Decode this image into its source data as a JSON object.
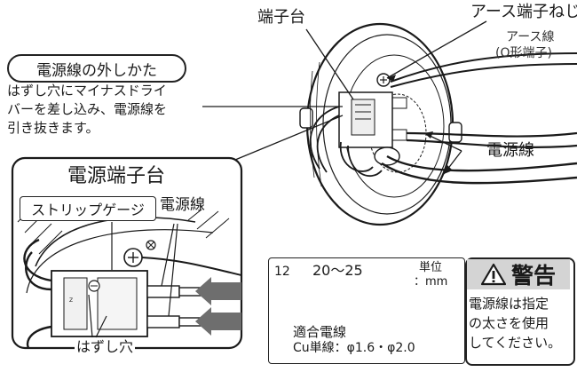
{
  "labels": {
    "terminal_block": "端子台",
    "earth_screw": "アース端子ねじ",
    "earth_wire_line1": "アース線",
    "earth_wire_line2": "(O形端子)",
    "power_wire_main": "電源線",
    "removal_title": "電源線の外しかた",
    "removal_desc_line1": "はずし穴にマイナスドライ",
    "removal_desc_line2": "バーを差し込み、電源線を",
    "removal_desc_line3": "引き抜きます。",
    "power_terminal_block": "電源端子台",
    "strip_gauge": "ストリップゲージ",
    "power_wire_detail": "電源線",
    "release_hole": "はずし穴"
  },
  "spec": {
    "dim_left": "12",
    "dim_right": "20～25",
    "unit_line1": "単位",
    "unit_line2": "：mm",
    "wire_line1": "適合電線",
    "wire_line2": "Cu単線：φ1.6・φ2.0"
  },
  "warning": {
    "icon": "warning-triangle-icon",
    "title": "警告",
    "line1": "電源線は指定",
    "line2": "の太さを使用",
    "line3": "してください。"
  },
  "colors": {
    "ink": "#1a1a1a",
    "warning_bg": "#d4d4d4",
    "arrow_gray": "#6e6e6e"
  }
}
